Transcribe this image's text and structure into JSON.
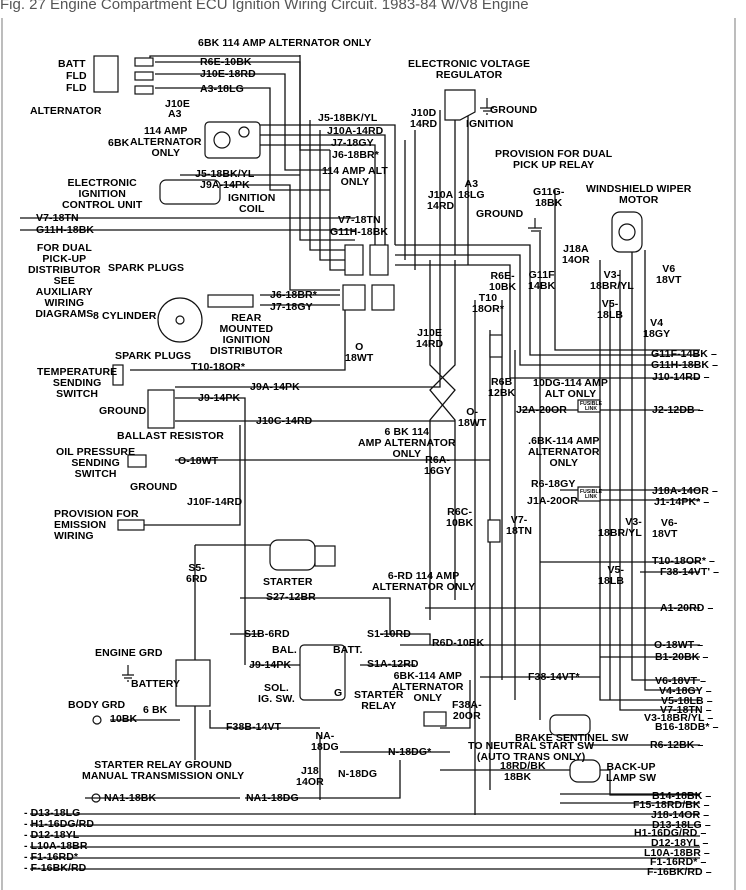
{
  "caption": "Fig. 27 Engine Compartment ECU Ignition Wiring Circuit. 1983-84 W/V8 Engine",
  "components": {
    "alt_only_top": "6BK 114 AMP ALTERNATOR ONLY",
    "batt": "BATT",
    "fld1": "FLD",
    "fld2": "FLD",
    "alternator": "ALTERNATOR",
    "alt_114": "114 AMP\nALTERNATOR\nONLY",
    "sixbk": "6BK",
    "evr": "ELECTRONIC VOLTAGE\nREGULATOR",
    "ground_evr": "GROUND",
    "ignition_evr": "IGNITION",
    "eicu": "ELECTRONIC\nIGNITION\nCONTROL UNIT",
    "ign_coil": "IGNITION\nCOIL",
    "amp_alt_only_114": "114 AMP ALT\nONLY",
    "dual_pickup_prov": "PROVISION FOR DUAL\nPICK UP RELAY",
    "ground_right": "GROUND",
    "wiper_motor": "WINDSHIELD WIPER\nMOTOR",
    "dual_pickup_dist": "FOR DUAL\nPICK-UP\nDISTRIBUTOR\nSEE\nAUXILIARY\nWIRING\nDIAGRAMS",
    "spark_plugs_top": "SPARK PLUGS",
    "eight_cyl": "8 CYLINDER",
    "rear_mounted": "REAR\nMOUNTED\nIGNITION\nDISTRIBUTOR",
    "spark_plugs_bot": "SPARK PLUGS",
    "temp_switch": "TEMPERATURE\nSENDING\nSWITCH",
    "ground_temp": "GROUND",
    "ballast": "BALLAST RESISTOR",
    "oil_pressure": "OIL PRESSURE\nSENDING\nSWITCH",
    "ground_oil": "GROUND",
    "emission": "PROVISION FOR\nEMISSION\nWIRING",
    "starter": "STARTER",
    "engine_grd": "ENGINE GRD",
    "battery": "BATTERY",
    "body_grd": "BODY GRD",
    "bal": "BAL.",
    "batt2": "BATT.",
    "sol_ig": "SOL.\nIG. SW.",
    "g_term": "G",
    "starter_relay": "STARTER\nRELAY",
    "alt_only_6bk_a": "6 BK 114\nAMP ALTERNATOR\nONLY",
    "alt_only_6bk_b": ".6BK-114 AMP\nALTERNATOR\nONLY",
    "alt_only_6rd": "6-RD 114 AMP\nALTERNATOR ONLY",
    "alt_only_6bk_c": "6BK-114 AMP\nALTERNATOR\nONLY",
    "r6_alt_only": "10DG-114 AMP\nALT ONLY",
    "brake_sentinel": "BRAKE SENTINEL SW",
    "neutral_start": "TO NEUTRAL START SW\n(AUTO TRANS ONLY)",
    "backup_lamp": "BACK-UP\nLAMP SW",
    "starter_relay_ground": "STARTER RELAY GROUND\nMANUAL TRANSMISSION ONLY",
    "fusible1": "FUSIBLE\nLINK",
    "fusible2": "FUSIBLE\nLINK"
  },
  "wire_codes": {
    "r6e": "R6E-10BK",
    "j10e": "J10E-18RD",
    "a3": "A3-18LG",
    "j10e_s": "J10E",
    "a3_s": "A3",
    "j5_top": "J5-18BK/YL",
    "j10a": "J10A-14RD",
    "j7": "J7-18GY",
    "j6": "J6-18BR*",
    "j5_2": "J5-18BK/YL",
    "j9a": "J9A-14PK",
    "v7_left": "V7-18TN",
    "g11h_left": "G11H-18BK",
    "v7_mid": "V7-18TN",
    "g11h_mid": "G11H-18BK",
    "j10d": "J10D\n14RD",
    "j10a_v": "J10A\n14RD",
    "a3_v": "A3\n18LG",
    "g11g": "G11G-\n18BK",
    "j18a": "J18A\n14OR",
    "g11f": "G11F\n14BK",
    "v3": "V3-\n18BR/YL",
    "v5": "V5-\n18LB",
    "v6": "V6\n18VT",
    "v4": "V4\n18GY",
    "r6e_v": "R6E-\n10BK",
    "t10": "T10\n18OR*",
    "j6_18br": "J6-18BR*",
    "j7_18gy": "J7-18GY",
    "o_18wt": "O\n18WT",
    "j10e_v": "J10E\n14RD",
    "t10_left": "T10-18OR*",
    "j9a_low": "J9A-14PK",
    "j9_low": "J9-14PK",
    "j10c": "J10C-14RD",
    "o18wt_oil": "O-18WT",
    "j10f": "J10F-14RD",
    "r6b": "R6B\n12BK",
    "o18wt_mid": "O-\n18WT",
    "j2a": "J2A-20OR",
    "r6a": "R6A-\n16GY",
    "r6": "R6-18GY",
    "j1a": "J1A-20OR",
    "r6c": "R6C-\n10BK",
    "v7_18tn": "V7-\n18TN",
    "s5": "S5-\n6RD",
    "s27": "S27-12BR",
    "s1b": "S1B-6RD",
    "s1": "S1-10RD",
    "r6d": "R6D-10BK",
    "s1a": "S1A-12RD",
    "j9_14pk": "J9-14PK",
    "bk6": "6 BK",
    "bk10": "10BK",
    "f38b": "F38B-14VT",
    "f38": "F38-14VT*",
    "f38a": "F38A-\n20OR",
    "na": "NA-\n18DG",
    "n18dg": "N-18DG",
    "n18dg2": "N-18DG*",
    "j18": "J18\n14OR",
    "rd18bk": "18RD/BK",
    "bk18": "18BK",
    "na1_a": "NA1-18BK",
    "na1_b": "NA1-18DG"
  },
  "right_edge_labels": [
    "G11F-14BK",
    "G11H-18BK",
    "J10-14RD",
    "J2-12DB",
    "J18A-14OR",
    "J1-14PK*",
    "V6-\n18VT",
    "V3-\n18BR/YL",
    "T10-18OR*",
    "F38-14VT'",
    "V5-\n18LB",
    "A1-20RD",
    "O-18WT",
    "B1-20BK",
    "V6-18VT",
    "V4-18GY",
    "V5-18LB",
    "V7-18TN",
    "V3-18BR/YL",
    "B16-18DB*",
    "R6-12BK",
    "B14-18BK",
    "F15-18RD/BK",
    "J18-14OR",
    "D13-18LG",
    "H1-16DG/RD",
    "D12-18YL",
    "L10A-18BR",
    "F1-16RD*",
    "F-16BK/RD"
  ],
  "bottom_left_labels": [
    "D13-18LG",
    "H1-16DG/RD",
    "D12-18YL",
    "L10A-18BR",
    "F1-16RD*",
    "F-16BK/RD"
  ]
}
